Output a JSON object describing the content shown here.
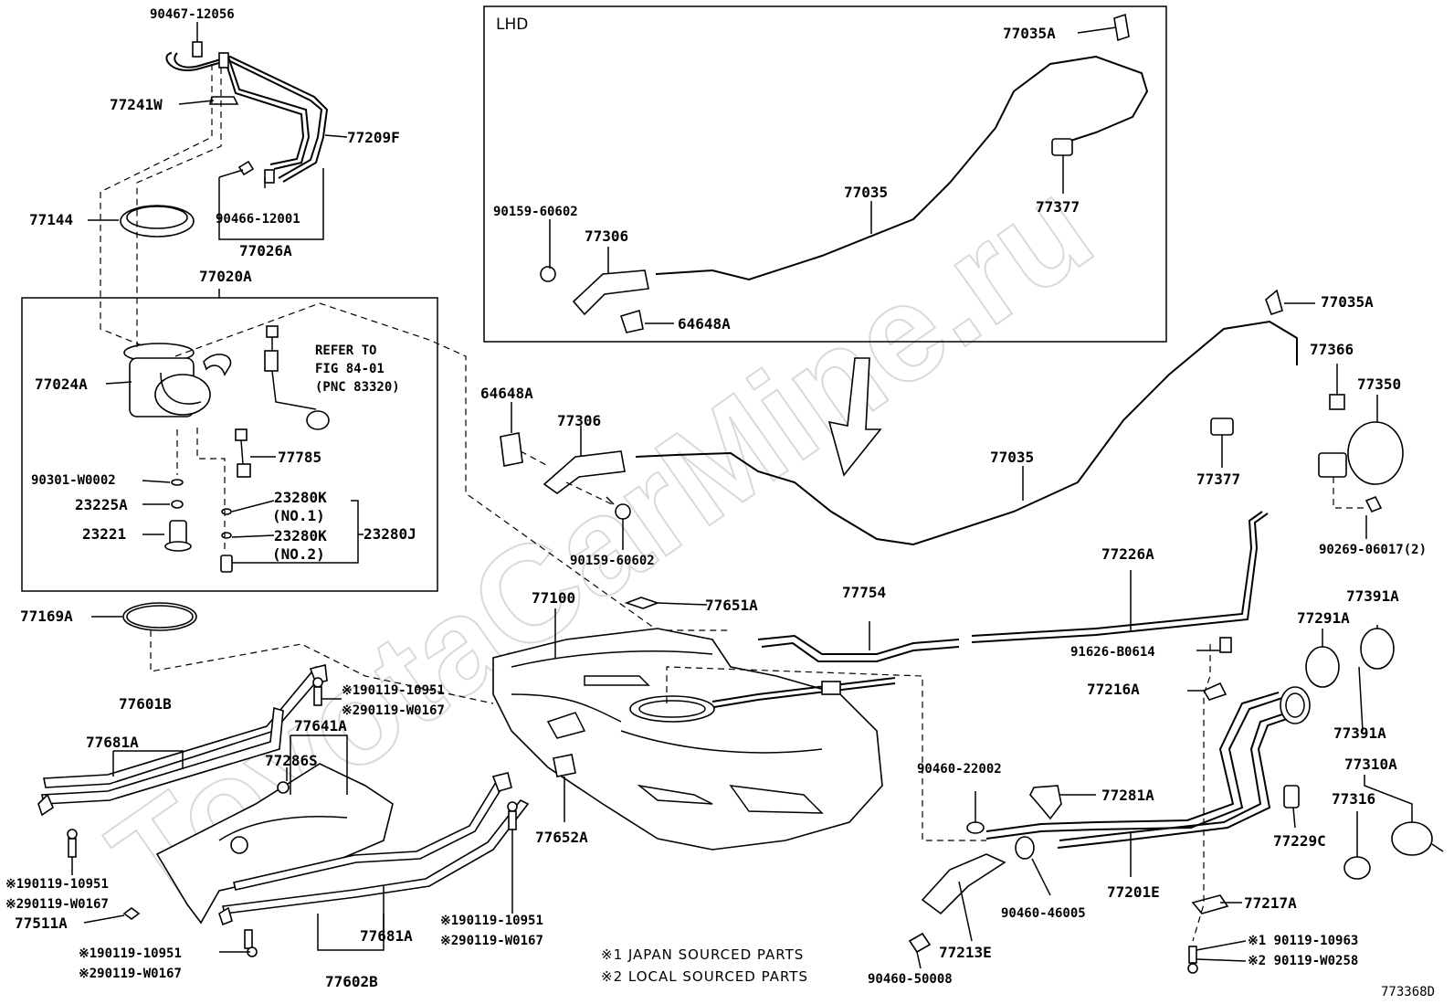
{
  "watermark": "ToyotaCarMine.ru",
  "figure_code": "773368D",
  "lhd_label": "LHD",
  "refer_note": {
    "line1": "REFER TO",
    "line2": "FIG 84-01",
    "line3": "(PNC 83320)"
  },
  "notes": {
    "japan": "※1 JAPAN SOURCED PARTS",
    "local": "※2 LOCAL SOURCED PARTS"
  },
  "parts": {
    "p90467_12056": "90467-12056",
    "p77241W": "77241W",
    "p77209F": "77209F",
    "p77144": "77144",
    "p90466_12001": "90466-12001",
    "p77026A": "77026A",
    "p77020A": "77020A",
    "p77024A": "77024A",
    "p77785": "77785",
    "p90301_W0002": "90301-W0002",
    "p23225A": "23225A",
    "p23221": "23221",
    "p23280K_1": "23280K",
    "no1": "(NO.1)",
    "p23280K_2": "23280K",
    "no2": "(NO.2)",
    "p23280J": "23280J",
    "p77169A": "77169A",
    "p77601B": "77601B",
    "p77681A_left": "77681A",
    "p77641A": "77641A",
    "p77286S": "77286S",
    "bolt_left_1": "※190119-10951",
    "bolt_left_2": "※290119-W0167",
    "p77511A": "77511A",
    "bolt_bl_1": "※190119-10951",
    "bolt_bl_2": "※290119-W0167",
    "p77602B": "77602B",
    "p77681A_bottom": "77681A",
    "bolt_bm_1": "※190119-10951",
    "bolt_bm_2": "※290119-W0167",
    "bolt_top_1": "※190119-10951",
    "bolt_top_2": "※290119-W0167",
    "p77100": "77100",
    "p77651A": "77651A",
    "p77652A": "77652A",
    "p77754": "77754",
    "p77226A": "77226A",
    "p91626_B0614": "91626-B0614",
    "p77216A": "77216A",
    "p90460_22002": "90460-22002",
    "p77281A": "77281A",
    "p90460_46005": "90460-46005",
    "p77201E": "77201E",
    "p77213E": "77213E",
    "p90460_50008": "90460-50008",
    "p77217A": "77217A",
    "bolt_br_1": "※1 90119-10963",
    "bolt_br_2": "※2 90119-W0258",
    "p77229C": "77229C",
    "p77316": "77316",
    "p77310A": "77310A",
    "p77391A_top": "77391A",
    "p77291A": "77291A",
    "p77391A_bottom": "77391A",
    "p64648A_mid": "64648A",
    "p77306_mid": "77306",
    "p90159_60602_mid": "90159-60602",
    "p77035_mid": "77035",
    "p77377_mid": "77377",
    "p77035A_mid": "77035A",
    "p77366": "77366",
    "p77350": "77350",
    "p90269_06017": "90269-06017(2)",
    "p77035A_lhd": "77035A",
    "p77035_lhd": "77035",
    "p77377_lhd": "77377",
    "p90159_60602_lhd": "90159-60602",
    "p77306_lhd": "77306",
    "p64648A_lhd": "64648A"
  }
}
